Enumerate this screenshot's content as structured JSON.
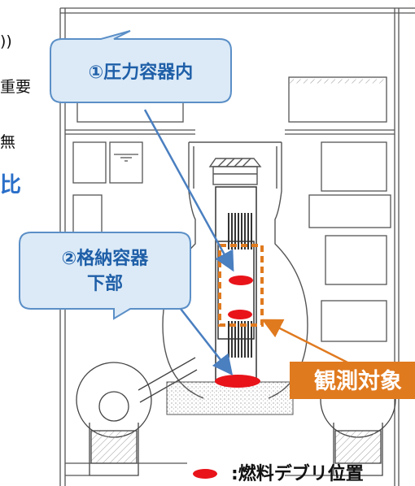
{
  "left_edge_fragments": {
    "line1": "))",
    "line2": "重要",
    "line3": "無",
    "line4": "比"
  },
  "callouts": {
    "pressure_vessel": "①圧力容器内",
    "containment_line1": "②格納容器",
    "containment_line2": "下部"
  },
  "observation_target": "観測対象",
  "legend": {
    "label": ":燃料デブリ位置"
  },
  "colors": {
    "callout_fill": "#dceaf7",
    "callout_stroke": "#5b8fc7",
    "callout_text": "#1f5fa8",
    "target_fill": "#e07a1f",
    "debris_red": "#e8141a",
    "arrow_blue": "#4a7fc0",
    "arrow_orange": "#e07a1f"
  }
}
